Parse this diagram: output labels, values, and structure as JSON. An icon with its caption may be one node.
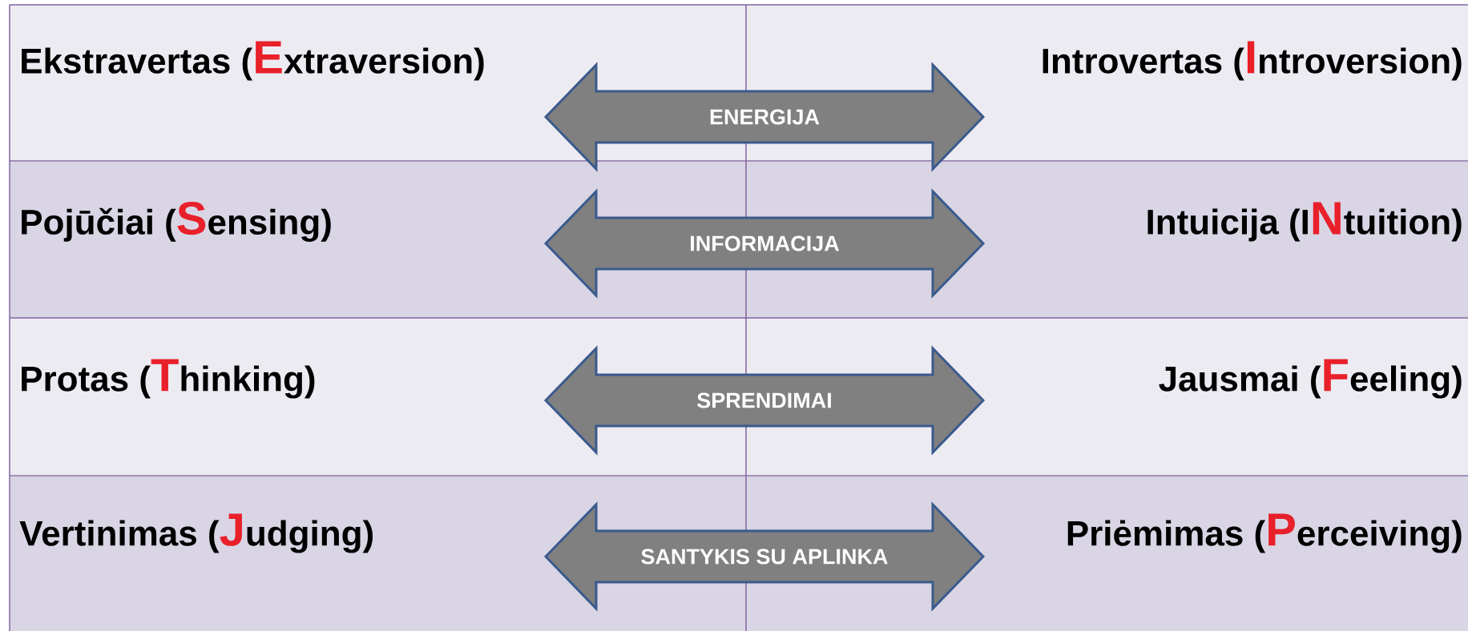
{
  "diagram": {
    "nodes": [
      {
        "text": [
          "Ekstravertas (**E**xtraversion)"
        ]
      },
      {
        "text": [
          "Introvertas (**I**ntroversion)"
        ]
      },
      {
        "text": [
          "Pojūčiai (**S**ensing)"
        ]
      },
      {
        "text": [
          "Intuicija (I**N**tuition)"
        ]
      },
      {
        "text": [
          "Protas (**T**hinking)"
        ]
      },
      {
        "text": [
          "Jausmai (**F**eeling)"
        ]
      },
      {
        "text": [
          "Vertinimas (**J**udging)"
        ]
      },
      {
        "text": [
          "Priėmimas (**P**erceiving)"
        ]
      }
    ],
    "edges": [
      {
        "from": 0,
        "to": 1,
        "arrow": "both",
        "label": "ENERGIJA"
      },
      {
        "from": 2,
        "to": 3,
        "arrow": "both",
        "label": "INFORMACIJA"
      },
      {
        "from": 4,
        "to": 5,
        "arrow": "both",
        "label": "SPRENDIMAI"
      },
      {
        "from": 6,
        "to": 7,
        "arrow": "both",
        "label": "SANTYKIS SU APLINKA"
      }
    ]
  }
}
